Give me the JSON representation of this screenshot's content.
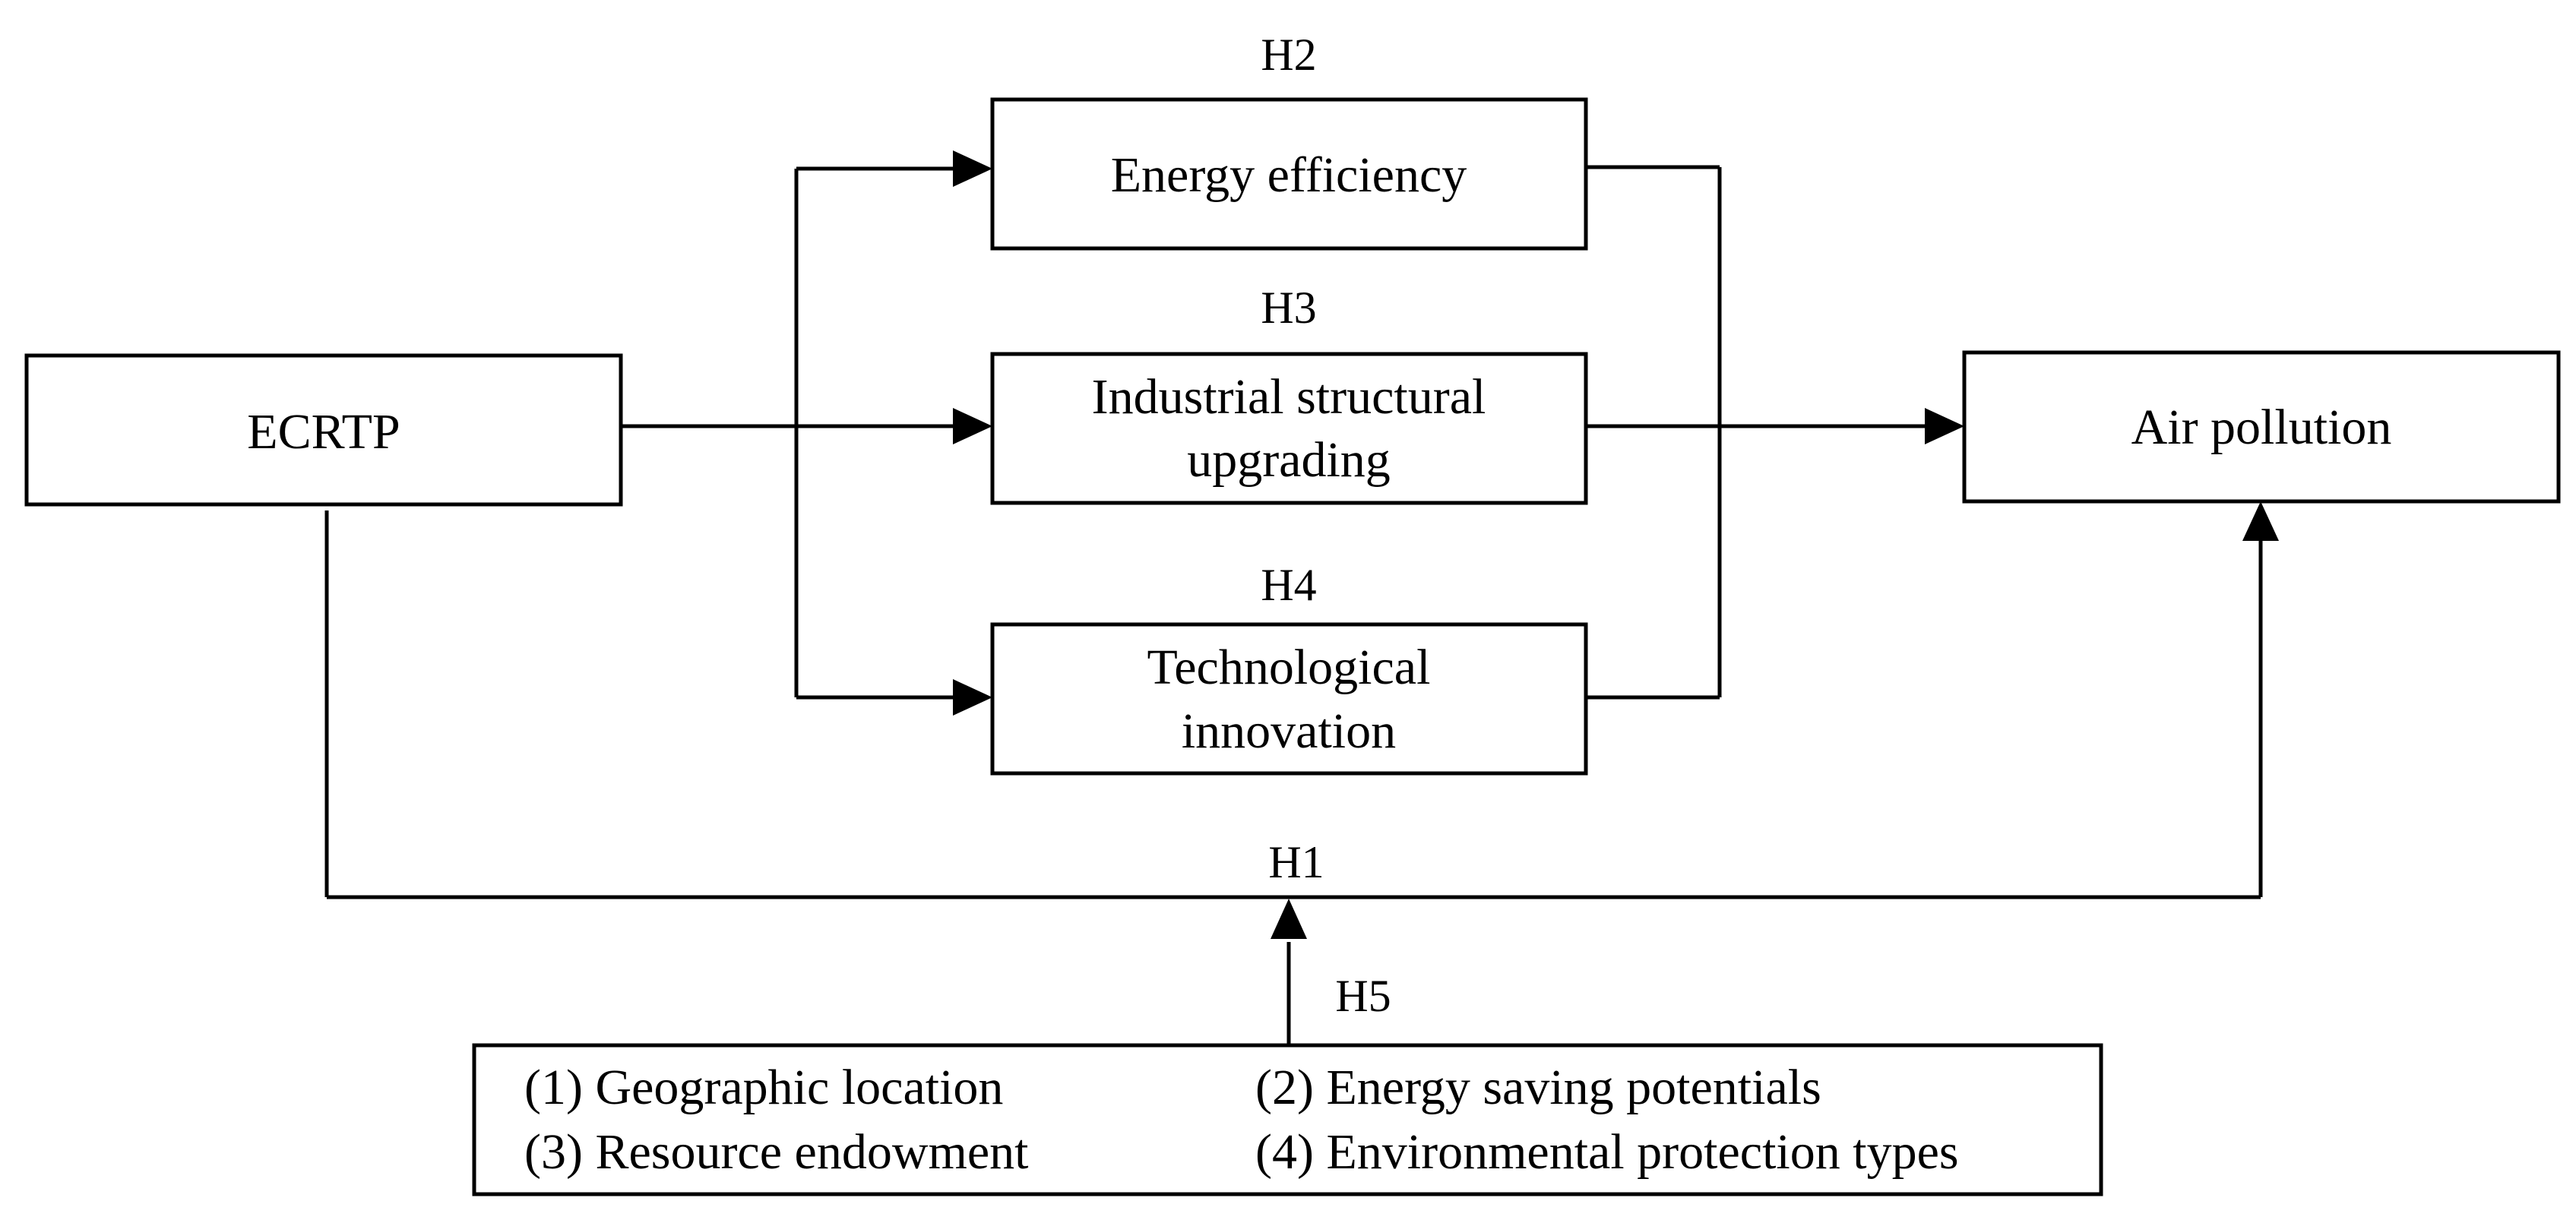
{
  "nodes": {
    "ecrtp": "ECRTP",
    "energy_efficiency": "Energy efficiency",
    "industrial_upgrading": [
      "Industrial structural",
      "upgrading"
    ],
    "technological_innovation": [
      "Technological",
      "innovation"
    ],
    "air_pollution": "Air pollution"
  },
  "hypotheses": {
    "h1": "H1",
    "h2": "H2",
    "h3": "H3",
    "h4": "H4",
    "h5": "H5"
  },
  "moderators": [
    "(1) Geographic location",
    "(2) Energy saving potentials",
    "(3) Resource endowment",
    "(4) Environmental protection types"
  ]
}
